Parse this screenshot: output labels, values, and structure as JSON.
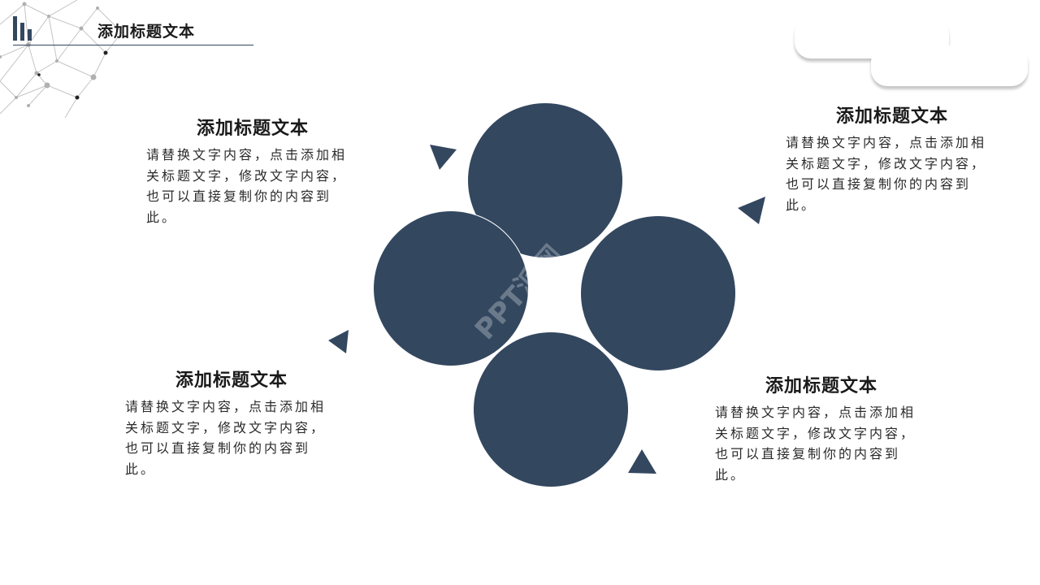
{
  "header": {
    "title": "添加标题文本"
  },
  "blocks": [
    {
      "title": "添加标题文本",
      "body": "请替换文字内容，点击添加相关标题文字，修改文字内容，也可以直接复制你的内容到此。"
    },
    {
      "title": "添加标题文本",
      "body": "请替换文字内容，点击添加相关标题文字，修改文字内容，也可以直接复制你的内容到此。"
    },
    {
      "title": "添加标题文本",
      "body": "请替换文字内容，点击添加相关标题文字，修改文字内容，也可以直接复制你的内容到此。"
    },
    {
      "title": "添加标题文本",
      "body": "请替换文字内容，点击添加相关标题文字，修改文字内容，也可以直接复制你的内容到此。"
    }
  ],
  "watermark": {
    "text": "PPT派网"
  },
  "colors": {
    "accent": "#33475f",
    "network": "#b8b8b8",
    "text": "#1a1a1a"
  }
}
